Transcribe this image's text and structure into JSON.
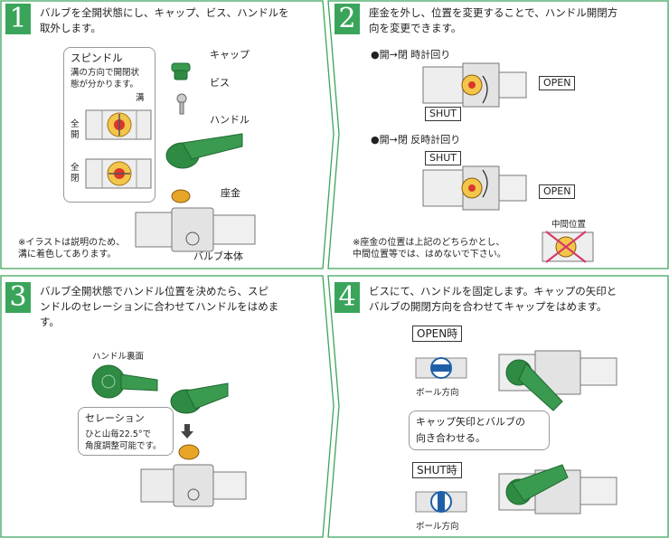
{
  "steps": [
    {
      "number": "1",
      "text_line1": "バルブを全開状態にし、キャップ、ビス、ハンドルを",
      "text_line2": "取外します。",
      "spindle_title": "スピンドル",
      "spindle_desc1": "溝の方向で開閉状",
      "spindle_desc2": "態が分かります。",
      "groove": "溝",
      "full_open1": "全",
      "full_open2": "開",
      "full_closed1": "全",
      "full_closed2": "閉",
      "cap": "キャップ",
      "screw": "ビス",
      "handle": "ハンドル",
      "seat": "座金",
      "body": "バルブ本体",
      "note1": "※イラストは説明のため、",
      "note2": "溝に着色してあります。"
    },
    {
      "number": "2",
      "text_line1": "座金を外し、位置を変更することで、ハンドル開閉方",
      "text_line2": "向を変更できます。",
      "case1": "●開→閉 時計回り",
      "case2": "●開→閉 反時計回り",
      "open": "OPEN",
      "shut": "SHUT",
      "middle": "中間位置",
      "note1": "※座金の位置は上記のどちらかとし、",
      "note2": "中間位置等では、はめないで下さい。"
    },
    {
      "number": "3",
      "text_line1": "バルブ全開状態でハンドル位置を決めたら、スピ",
      "text_line2": "ンドルのセレーションに合わせてハンドルをはめま",
      "text_line3": "す。",
      "handle_back": "ハンドル裏面",
      "serration": "セレーション",
      "serr_desc1": "ひと山毎22.5°で",
      "serr_desc2": "角度調整可能です。"
    },
    {
      "number": "4",
      "text_line1": "ビスにて、ハンドルを固定します。キャップの矢印と",
      "text_line2": "バルブの開閉方向を合わせてキャップをはめます。",
      "open_state": "OPEN時",
      "shut_state": "SHUT時",
      "ball_dir": "ボール方向",
      "callout1": "キャップ矢印とバルブの",
      "callout2": "向き合わせる。"
    }
  ],
  "colors": {
    "accent": "#3aa55a",
    "handle": "#2f8a43",
    "brass": "#e7a528",
    "valve_body": "#d9d9d9",
    "closed_x": "#d63b6a"
  },
  "icons": [
    "step-number-badge",
    "valve-body-illustration",
    "cap-icon",
    "screw-icon",
    "handle-icon",
    "seat-washer-icon",
    "rotation-arrow-icon",
    "ball-direction-icon",
    "down-arrow-icon"
  ]
}
